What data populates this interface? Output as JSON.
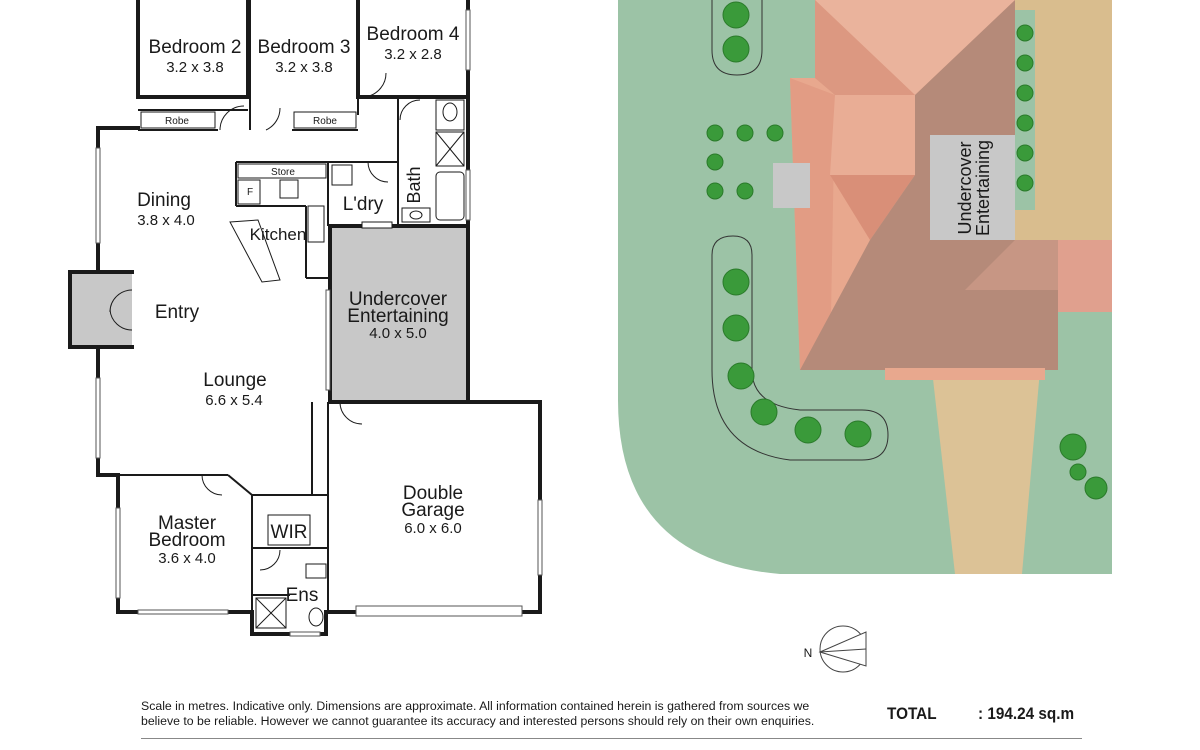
{
  "rooms": {
    "bedroom2": {
      "name": "Bedroom 2",
      "dim": "3.2 x 3.8"
    },
    "bedroom3": {
      "name": "Bedroom 3",
      "dim": "3.2 x 3.8"
    },
    "bedroom4": {
      "name": "Bedroom 4",
      "dim": "3.2 x 2.8"
    },
    "robe": "Robe",
    "store": "Store",
    "fridge": "F",
    "dining": {
      "name": "Dining",
      "dim": "3.8 x 4.0"
    },
    "kitchen": "Kitchen",
    "laundry": "L'dry",
    "bath": "Bath",
    "entry": "Entry",
    "undercover": {
      "line1": "Undercover",
      "line2": "Entertaining",
      "dim": "4.0 x 5.0"
    },
    "lounge": {
      "name": "Lounge",
      "dim": "6.6 x 5.4"
    },
    "garage": {
      "line1": "Double",
      "line2": "Garage",
      "dim": "6.0 x 6.0"
    },
    "master": {
      "line1": "Master",
      "line2": "Bedroom",
      "dim": "3.6 x 4.0"
    },
    "wir": "WIR",
    "ens": "Ens"
  },
  "site": {
    "undercover_line1": "Undercover",
    "undercover_line2": "Entertaining",
    "north": "N"
  },
  "footer": {
    "disclaimer": "Scale in metres. Indicative only. Dimensions are approximate. All information contained herein is gathered from sources we believe to be reliable. However we cannot guarantee its accuracy and interested persons should rely on their own enquiries.",
    "total_label": "TOTAL",
    "total_value": ": 194.24 sq.m"
  },
  "colors": {
    "lawn": "#9cc3a6",
    "roof_light": "#e8a88e",
    "roof_dark": "#b58a79",
    "deck": "#d9bd8e",
    "driveway": "#dcc296",
    "covered": "#c8c8c8"
  }
}
